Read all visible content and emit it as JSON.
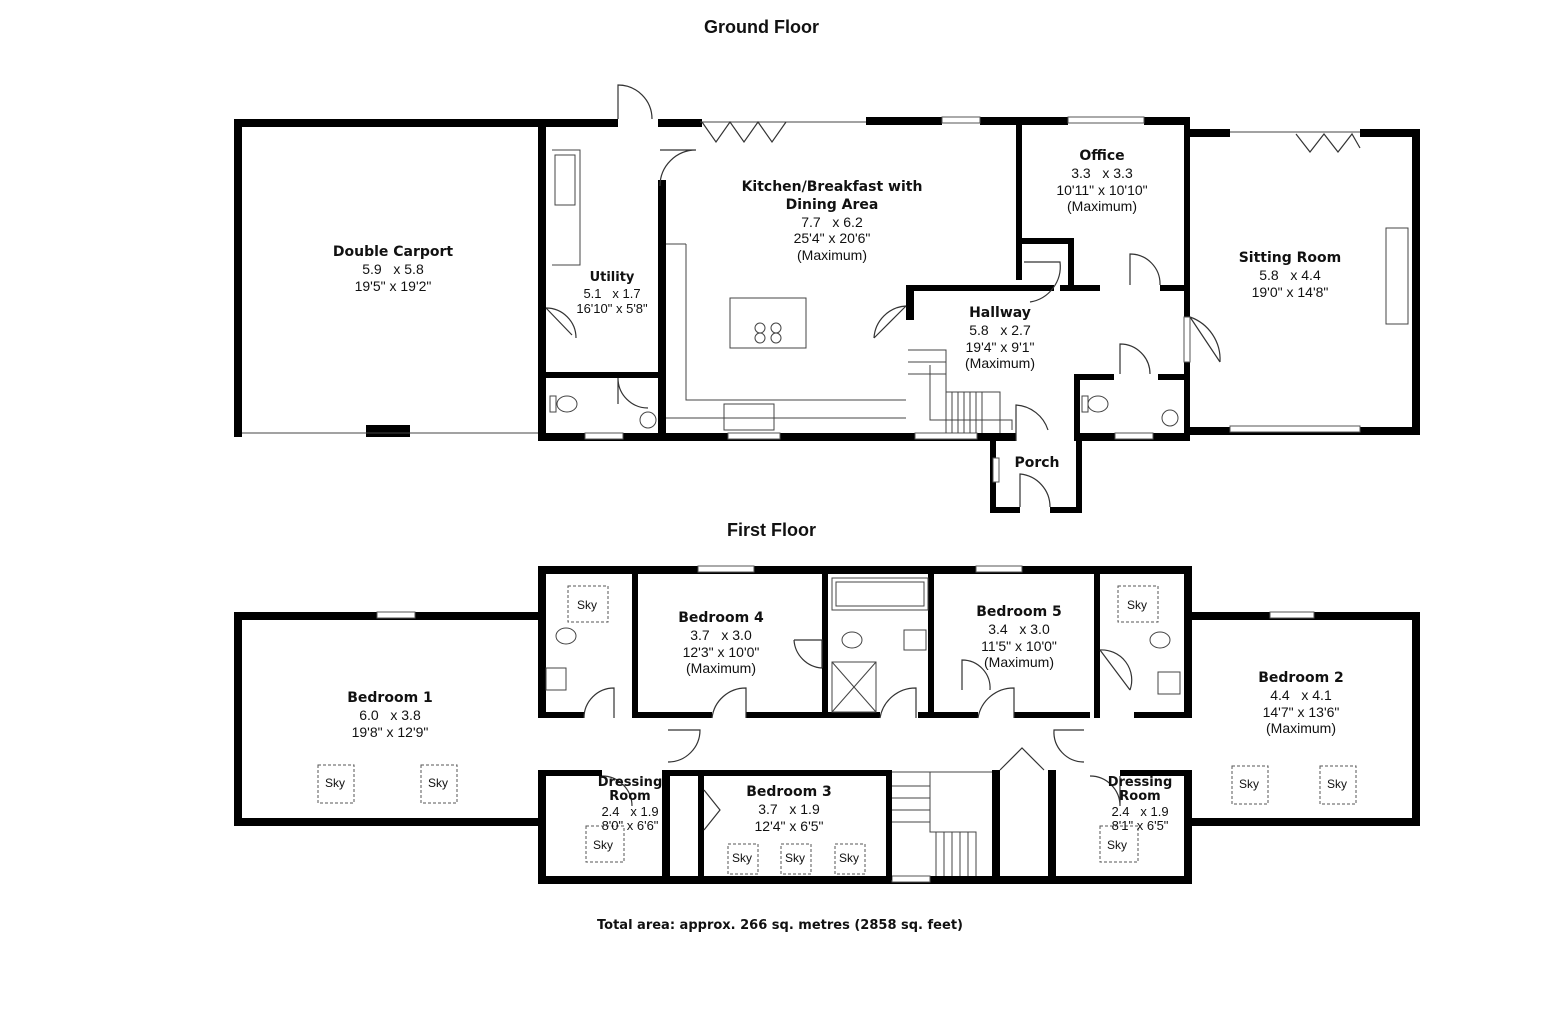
{
  "ground_floor": {
    "title": "Ground Floor",
    "rooms": [
      {
        "name": "Double Carport",
        "dims": [
          "5.9   x 5.8",
          "19'5\" x 19'2\""
        ]
      },
      {
        "name": "Utility",
        "dims": [
          "5.1   x 1.7",
          "16'10\" x 5'8\""
        ]
      },
      {
        "name": "Kitchen/Breakfast with",
        "name2": "Dining Area",
        "dims": [
          "7.7   x 6.2",
          "25'4\" x 20'6\"",
          "(Maximum)"
        ]
      },
      {
        "name": "Office",
        "dims": [
          "3.3   x 3.3",
          "10'11\" x 10'10\"",
          "(Maximum)"
        ]
      },
      {
        "name": "Sitting Room",
        "dims": [
          "5.8   x 4.4",
          "19'0\" x 14'8\""
        ]
      },
      {
        "name": "Hallway",
        "dims": [
          "5.8   x 2.7",
          "19'4\" x 9'1\"",
          "(Maximum)"
        ]
      },
      {
        "name": "Porch",
        "dims": []
      }
    ]
  },
  "first_floor": {
    "title": "First Floor",
    "rooms": [
      {
        "name": "Bedroom 1",
        "dims": [
          "6.0   x 3.8",
          "19'8\" x 12'9\""
        ]
      },
      {
        "name": "Bedroom 4",
        "dims": [
          "3.7   x 3.0",
          "12'3\" x 10'0\"",
          "(Maximum)"
        ]
      },
      {
        "name": "Bedroom 5",
        "dims": [
          "3.4   x 3.0",
          "11'5\" x 10'0\"",
          "(Maximum)"
        ]
      },
      {
        "name": "Bedroom 2",
        "dims": [
          "4.4   x 4.1",
          "14'7\" x 13'6\"",
          "(Maximum)"
        ]
      },
      {
        "name": "Bedroom 3",
        "dims": [
          "3.7   x 1.9",
          "12'4\" x 6'5\""
        ]
      },
      {
        "name": "Dressing",
        "name2": "Room",
        "dims": [
          "2.4   x 1.9",
          "8'0\" x 6'6\""
        ]
      },
      {
        "name": "Dressing",
        "name2": "Room",
        "dims": [
          "2.4   x 1.9",
          "8'1\" x 6'5\""
        ]
      }
    ],
    "skylight_label": "Sky"
  },
  "total_area": "Total area: approx. 266 sq. metres (2858 sq. feet)"
}
